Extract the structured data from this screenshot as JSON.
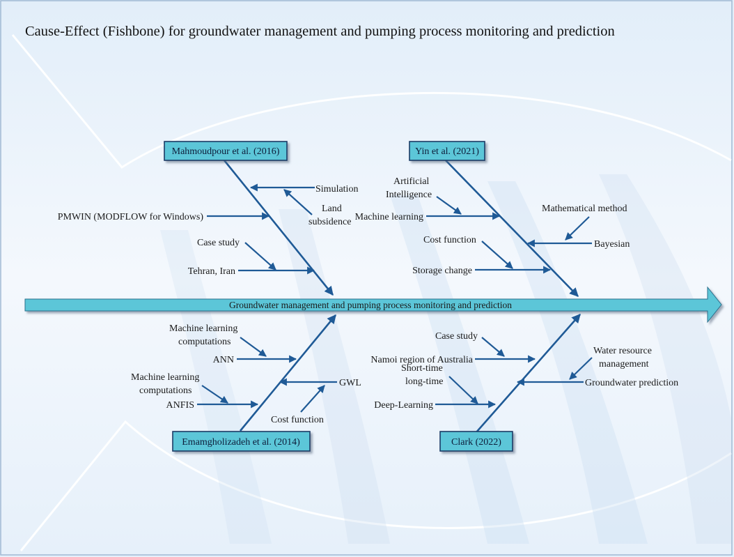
{
  "title": "Cause-Effect (Fishbone) for groundwater management and pumping process monitoring and prediction",
  "spine": {
    "label": "Groundwater management and pumping process monitoring and prediction"
  },
  "colors": {
    "accent": "#5cc6d8",
    "arrow": "#1f5a96",
    "box_border": "#1a3a66",
    "background_tint": "#eef5fc"
  },
  "branches": [
    {
      "author": "Mahmoudpour et al. (2016)",
      "causes": [
        "Simulation",
        "Land",
        "subsidence",
        "PMWIN (MODFLOW for Windows)",
        "Case study",
        "Tehran, Iran"
      ]
    },
    {
      "author": "Yin et al. (2021)",
      "causes": [
        "Artificial",
        "Intelligence",
        "Machine learning",
        "Mathematical method",
        "Bayesian",
        "Cost function",
        "Storage change"
      ]
    },
    {
      "author": "Emamgholizadeh et al. (2014)",
      "causes": [
        "Machine learning",
        "computations",
        "ANN",
        "Machine learning",
        "computations",
        "ANFIS",
        "GWL",
        "Cost function"
      ]
    },
    {
      "author": "Clark (2022)",
      "causes": [
        "Case study",
        "Namoi region of Australia",
        "Short-time",
        "long-time",
        "Deep-Learning",
        "Water resource",
        "management",
        "Groundwater prediction"
      ]
    }
  ]
}
